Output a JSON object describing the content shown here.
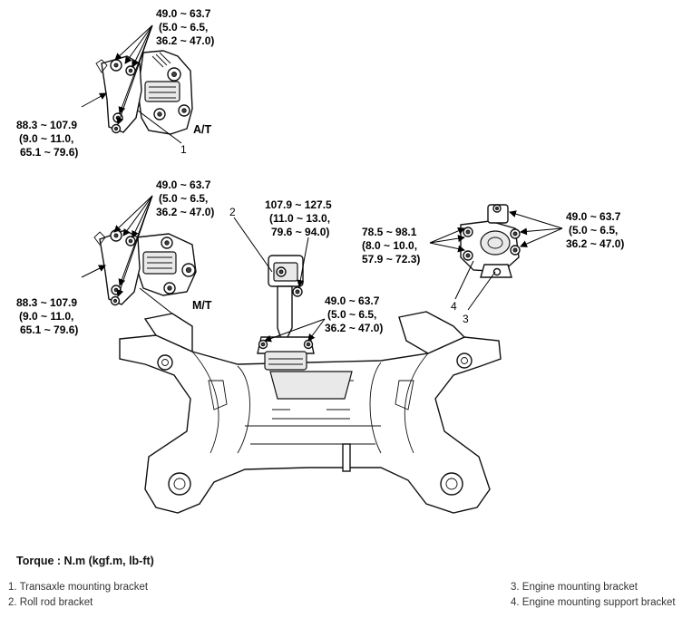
{
  "view_labels": {
    "at": "A/T",
    "mt": "M/T"
  },
  "callout_numbers": {
    "one": "1",
    "two": "2",
    "three": "3",
    "four": "4"
  },
  "torque_specs": {
    "at_top": [
      "49.0 ~ 63.7",
      "(5.0 ~ 6.5,",
      "36.2 ~ 47.0)"
    ],
    "at_left": [
      "88.3 ~ 107.9",
      "(9.0 ~ 11.0,",
      "65.1 ~ 79.6)"
    ],
    "mt_top": [
      "49.0 ~ 63.7",
      "(5.0 ~ 6.5,",
      "36.2 ~ 47.0)"
    ],
    "mt_left": [
      "88.3 ~ 107.9",
      "(9.0 ~ 11.0,",
      "65.1 ~ 79.6)"
    ],
    "roll_rod_top": [
      "107.9 ~ 127.5",
      "(11.0 ~ 13.0,",
      "79.6 ~ 94.0)"
    ],
    "roll_rod_base": [
      "49.0 ~ 63.7",
      "(5.0 ~ 6.5,",
      "36.2 ~ 47.0)"
    ],
    "engine_left": [
      "78.5 ~ 98.1",
      "(8.0 ~ 10.0,",
      "57.9 ~ 72.3)"
    ],
    "engine_right": [
      "49.0 ~ 63.7",
      "(5.0 ~ 6.5,",
      "36.2 ~ 47.0)"
    ]
  },
  "legend": {
    "title": "Torque : N.m (kgf.m, lb-ft)",
    "items": [
      "1. Transaxle mounting bracket",
      "2. Roll rod bracket",
      "3. Engine mounting bracket",
      "4. Engine mounting support bracket"
    ]
  }
}
